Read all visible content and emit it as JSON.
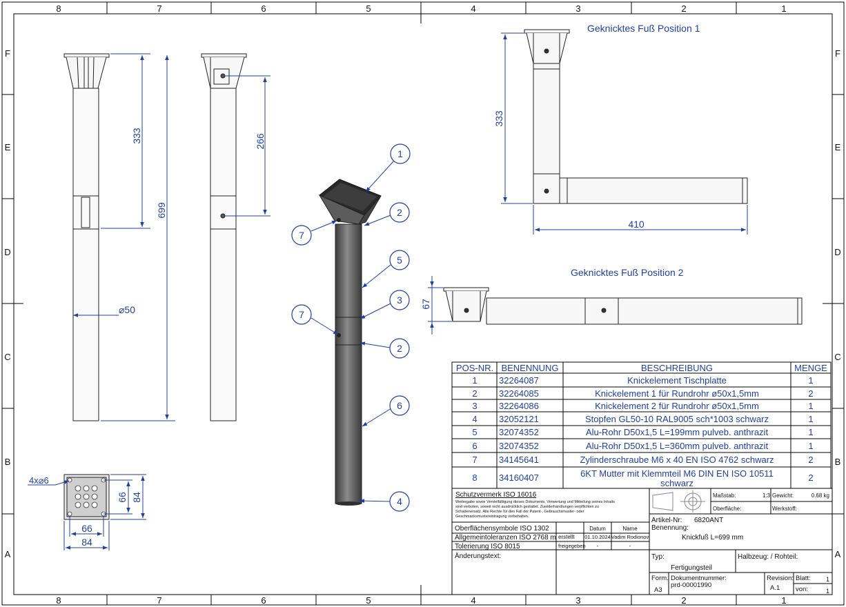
{
  "frame": {
    "cols": [
      "8",
      "7",
      "6",
      "5",
      "4",
      "3",
      "2",
      "1"
    ],
    "rows": [
      "F",
      "E",
      "D",
      "C",
      "B",
      "A"
    ]
  },
  "titles": {
    "position1": "Geknicktes Fuß Position 1",
    "position2": "Geknicktes Fuß Position 2"
  },
  "dimensions": {
    "d333": "333",
    "d699": "699",
    "d266": "266",
    "diameter": "⌀50",
    "d333b": "333",
    "d410": "410",
    "d67": "67",
    "holes": "4x⌀6",
    "d66v": "66",
    "d84v": "84",
    "d66h": "66",
    "d84h": "84"
  },
  "balloons": [
    "1",
    "2",
    "5",
    "3",
    "2",
    "6",
    "4",
    "7",
    "7"
  ],
  "bom": {
    "headers": [
      "POS-NR.",
      "BENENNUNG",
      "BESCHREIBUNG",
      "MENGE"
    ],
    "rows": [
      {
        "pos": "1",
        "ben": "32264087",
        "desc": "Knickelement Tischplatte",
        "qty": "1"
      },
      {
        "pos": "2",
        "ben": "32264085",
        "desc": "Knickelement 1 für Rundrohr ø50x1,5mm",
        "qty": "2"
      },
      {
        "pos": "3",
        "ben": "32264086",
        "desc": "Knickelement 2 für Rundrohr ø50x1,5mm",
        "qty": "1"
      },
      {
        "pos": "4",
        "ben": "32052121",
        "desc": "Stopfen GL50-10 RAL9005 sch*1003 schwarz",
        "qty": "1"
      },
      {
        "pos": "5",
        "ben": "32074352",
        "desc": "Alu-Rohr D50x1,5 L=199mm pulveb. anthrazit",
        "qty": "1"
      },
      {
        "pos": "6",
        "ben": "32074352",
        "desc": "Alu-Rohr D50x1,5 L=360mm pulveb. anthrazit",
        "qty": "1"
      },
      {
        "pos": "7",
        "ben": "34145641",
        "desc": "Zylinderschraube M6 x 40 EN ISO 4762 schwarz",
        "qty": "2"
      },
      {
        "pos": "8",
        "ben": "34160407",
        "desc1": "6KT Mutter mit Klemmteil M6 DIN EN ISO 10511",
        "desc2": "schwarz",
        "qty": "2"
      }
    ]
  },
  "titleblock": {
    "schutz_title": "Schutzvermerk ISO 16016",
    "schutz_lines": [
      "Weitergabe sowie Vervielfältigung dieses Dokuments, Verwertung und Mitteilung seines Inhalts",
      "sind verboten, soweit nicht ausdrücklich gestattet. Zuwiderhandlungen verpflichten zu",
      "Schadenersatz. Alle Rechte für den Fall der Patent-, Gebrauchsmuster- oder",
      "Geschmacksmustereintragung vorbehalten."
    ],
    "massstab_label": "Maßstab:",
    "massstab": "1:3",
    "gewicht_label": "Gewicht:",
    "gewicht": "0.68 kg",
    "oberflaeche_label": "Oberfläche:",
    "werkstoff_label": "Werkstoff:",
    "oberflaechensymbole": "Oberflächensymbole ISO 1302",
    "allgemeintoleranzen": "Allgemeintoleranzen ISO 2768 m",
    "tolerierung": "Tolerierung ISO 8015",
    "datum_label": "Datum",
    "name_label": "Name",
    "erstellt_label": "erstellt",
    "erstellt_datum": "01.10.2024",
    "erstellt_name": "Vadim Rodionov",
    "freigegeben_label": "freigegeben",
    "freigegeben_datum": "-",
    "freigegeben_name": "-",
    "artikel_label": "Artikel-Nr:",
    "artikel": "6820ANT",
    "benennung_label": "Benennung:",
    "benennung": "Knickfuß L=699 mm",
    "aenderung_label": "Änderungstext:",
    "typ_label": "Typ:",
    "typ": "Fertigungsteil",
    "halbzeug_label": "Halbzeug: / Rohteil:",
    "form_label": "Form.",
    "form": "A3",
    "dok_label": "Dokumentnummer:",
    "dok": "prd-00001990",
    "revision_label": "Revision:",
    "revision": "A.1",
    "blatt_label": "Blatt:",
    "blatt": "1",
    "von_label": "von:",
    "von": "1"
  }
}
